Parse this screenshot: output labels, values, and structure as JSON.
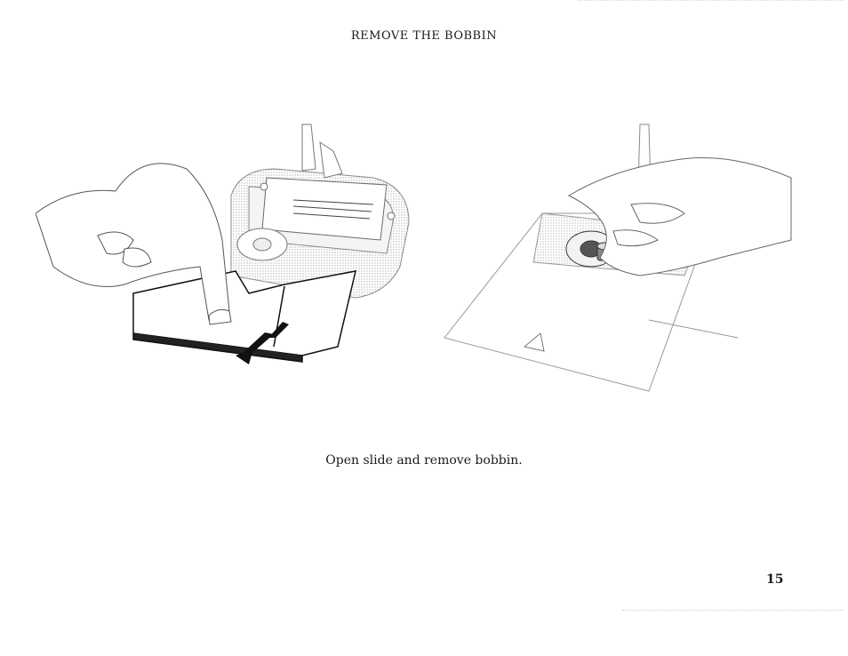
{
  "page": {
    "title": "REMOVE THE BOBBIN",
    "caption": "Open slide and remove bobbin.",
    "page_number": "15"
  },
  "illustrations": [
    {
      "depicts": "hand-opening-slide-plate-illustration"
    },
    {
      "depicts": "hand-removing-bobbin-illustration"
    }
  ]
}
